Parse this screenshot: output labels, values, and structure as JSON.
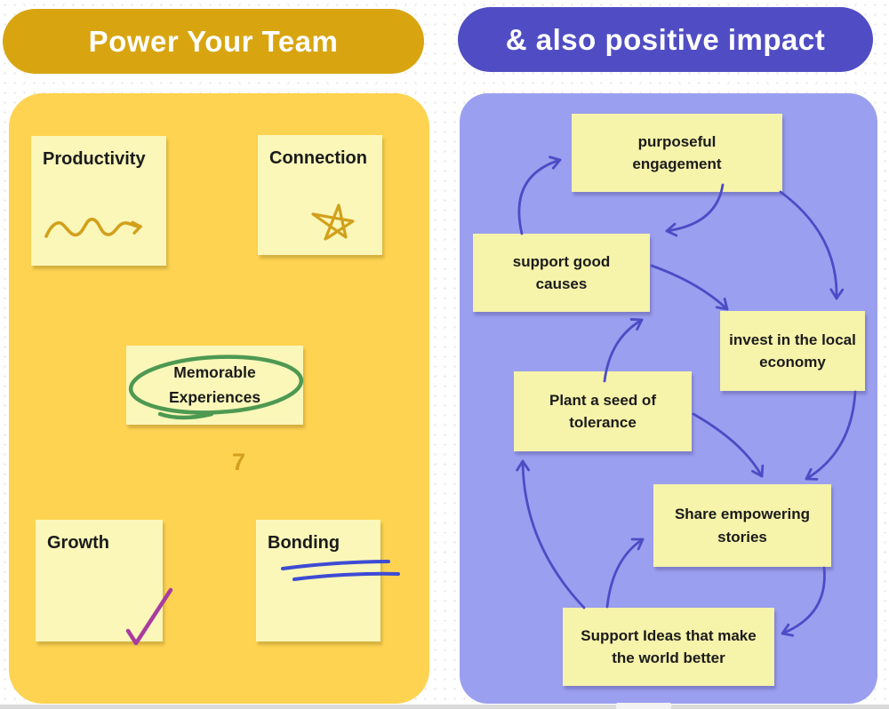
{
  "left_board": {
    "title": "Power Your Team",
    "annotation": "7",
    "notes": [
      {
        "id": "productivity",
        "label": "Productivity",
        "decoration": "gold-squiggle-arrow"
      },
      {
        "id": "connection",
        "label": "Connection",
        "decoration": "gold-star-scribble"
      },
      {
        "id": "memorable",
        "label": "Memorable Experiences",
        "decoration": "green-hand-drawn-circle"
      },
      {
        "id": "growth",
        "label": "Growth",
        "decoration": "magenta-check-mark"
      },
      {
        "id": "bonding",
        "label": "Bonding",
        "decoration": "blue-double-underline"
      }
    ]
  },
  "right_board": {
    "title": "& also positive impact",
    "notes": [
      {
        "id": "purposeful",
        "label": "purposeful engagement"
      },
      {
        "id": "support",
        "label": "support good causes"
      },
      {
        "id": "invest",
        "label": "invest in the local economy"
      },
      {
        "id": "tolerance",
        "label": "Plant a seed of tolerance"
      },
      {
        "id": "stories",
        "label": "Share empowering stories"
      },
      {
        "id": "ideas",
        "label": "Support Ideas that make the world better"
      }
    ],
    "connections": [
      {
        "from": "support good causes",
        "to": "purposeful engagement"
      },
      {
        "from": "purposeful engagement",
        "to": "support good causes"
      },
      {
        "from": "purposeful engagement",
        "to": "invest in the local economy"
      },
      {
        "from": "support good causes",
        "to": "invest in the local economy"
      },
      {
        "from": "Plant a seed of tolerance",
        "to": "support good causes"
      },
      {
        "from": "Plant a seed of tolerance",
        "to": "Share empowering stories"
      },
      {
        "from": "invest in the local economy",
        "to": "Share empowering stories"
      },
      {
        "from": "Support Ideas that make the world better",
        "to": "Plant a seed of tolerance"
      },
      {
        "from": "Support Ideas that make the world better",
        "to": "Share empowering stories"
      },
      {
        "from": "Share empowering stories",
        "to": "Support Ideas that make the world better"
      }
    ]
  },
  "colors": {
    "left_pill": "#d8a511",
    "right_pill": "#504dc4",
    "left_panel": "#fed351",
    "right_panel": "#9b9fef",
    "sticky_note": "#f7f4ac",
    "arrow_ink": "#4c4cc6",
    "circle_ink_green": "#4e9952",
    "gold_ink": "#d2a01b",
    "check_ink_magenta": "#a93ca0",
    "underline_ink_blue": "#3d4bd4"
  }
}
